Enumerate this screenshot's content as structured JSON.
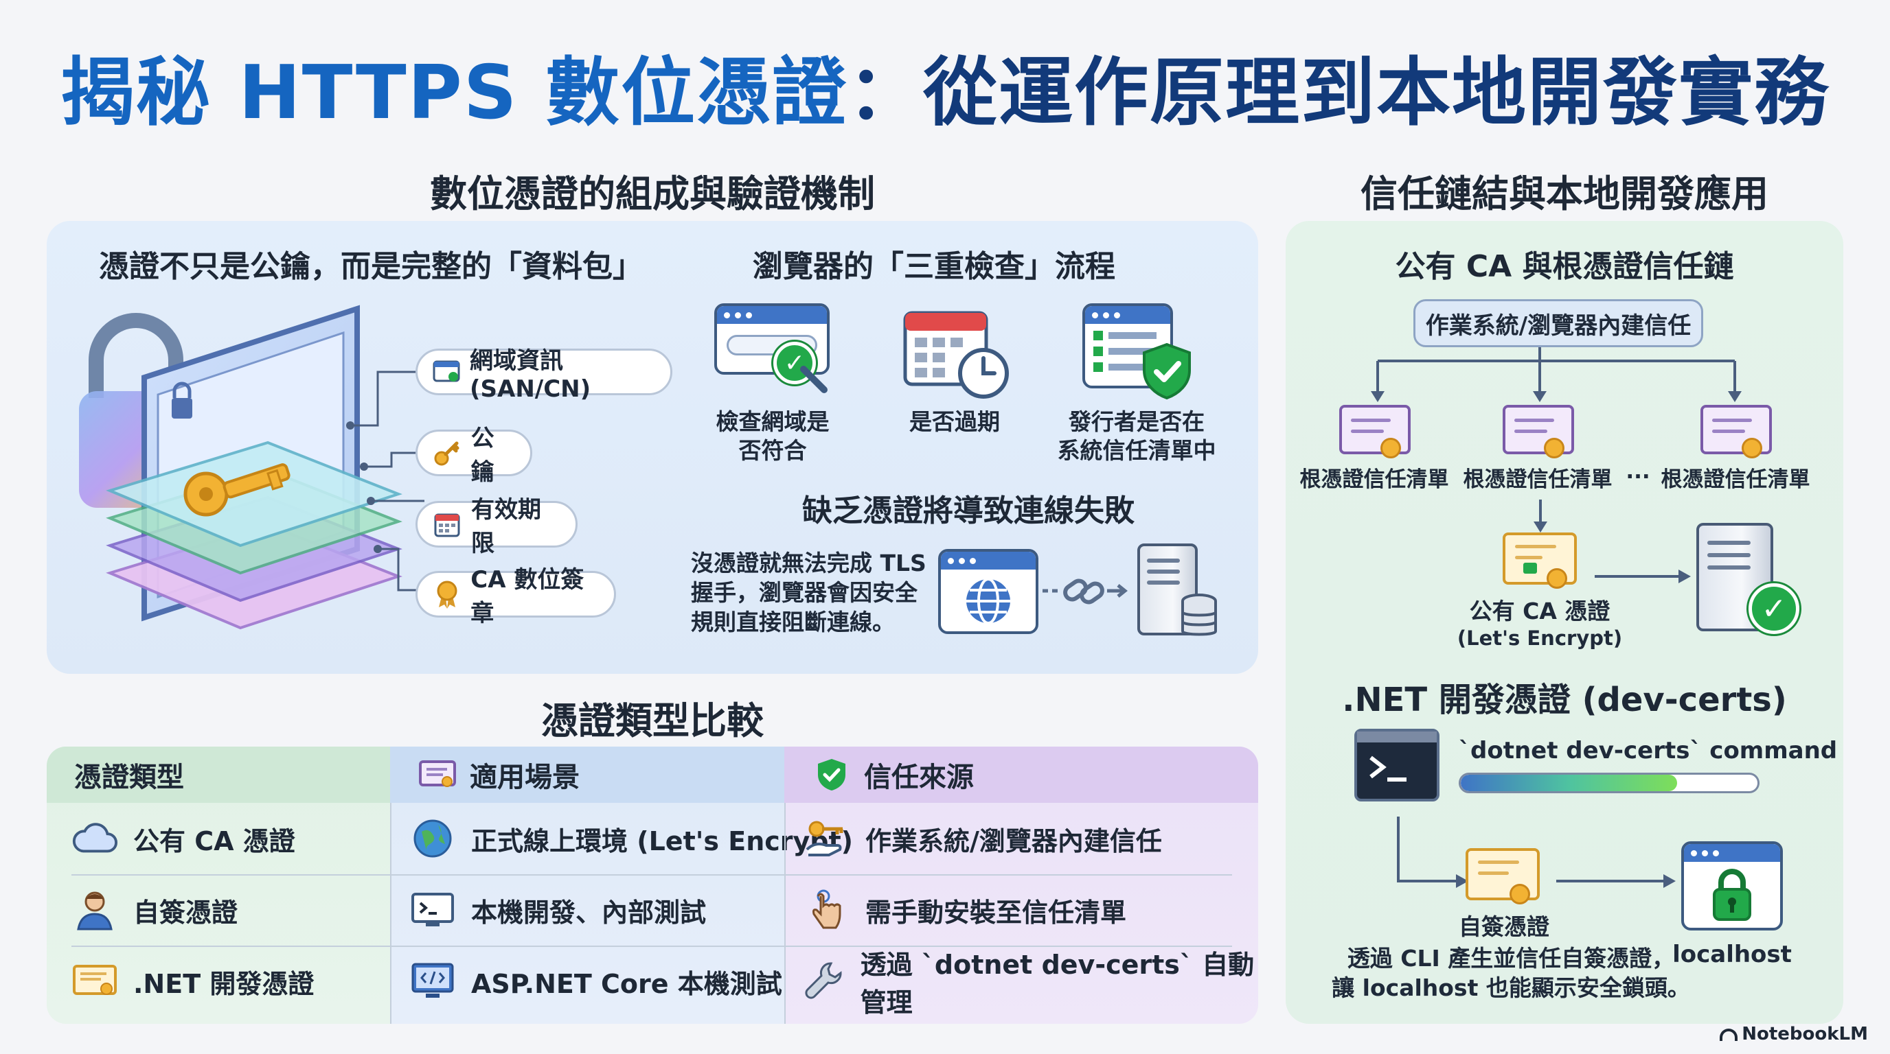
{
  "title": {
    "part1": "揭秘 HTTPS 數位憑證",
    "part2": "：從運作原理到本地開發實務"
  },
  "left_section": {
    "title": "數位憑證的組成與驗證機制",
    "packet": {
      "title": "憑證不只是公鑰，而是完整的「資料包」",
      "items": [
        "網域資訊(SAN/CN)",
        "公鑰",
        "有效期限",
        "CA 數位簽章"
      ]
    },
    "checks": {
      "title": "瀏覽器的「三重檢查」流程",
      "steps": [
        {
          "label_l1": "檢查網域是",
          "label_l2": "否符合",
          "icon": "browser-check-icon"
        },
        {
          "label_l1": "是否過期",
          "label_l2": "",
          "icon": "calendar-clock-icon"
        },
        {
          "label_l1": "發行者是否在",
          "label_l2": "系統信任清單中",
          "icon": "list-shield-icon"
        }
      ]
    },
    "failure": {
      "title": "缺乏憑證將導致連線失敗",
      "text_l1": "沒憑證就無法完成 TLS",
      "text_l2": "握手，瀏覽器會因安全",
      "text_l3": "規則直接阻斷連線。"
    }
  },
  "comparison": {
    "title": "憑證類型比較",
    "headers": [
      "憑證類型",
      "適用場景",
      "信任來源"
    ],
    "rows": [
      {
        "type": "公有 CA 憑證",
        "scene": "正式線上環境 (Let's Encrypt)",
        "trust": "作業系統/瀏覽器內建信任",
        "icons": [
          "cloud-icon",
          "globe-icon",
          "key-hand-icon"
        ]
      },
      {
        "type": "自簽憑證",
        "scene": "本機開發、內部測試",
        "trust": "需手動安裝至信任清單",
        "icons": [
          "user-icon",
          "terminal-icon",
          "hand-pointer-icon"
        ]
      },
      {
        "type": ".NET 開發憑證",
        "scene": "ASP.NET Core 本機測試",
        "trust": "透過 `dotnet dev-certs` 自動管理",
        "icons": [
          "certificate-icon",
          "code-monitor-icon",
          "wrench-icon"
        ]
      }
    ]
  },
  "right_section": {
    "title": "信任鏈結與本地開發應用",
    "chain": {
      "title": "公有 CA 與根憑證信任鏈",
      "root_box": "作業系統/瀏覽器內建信任",
      "roots": [
        "根憑證信任清單",
        "根憑證信任清單",
        "根憑證信任清單"
      ],
      "ellipsis": "···",
      "public_ca_l1": "公有 CA 憑證",
      "public_ca_l2": "(Let's Encrypt)"
    },
    "devcerts": {
      "title": ".NET 開發憑證 (dev-certs)",
      "command": "`dotnet dev-certs` command",
      "progress": 0.73,
      "self_signed": "自簽憑證",
      "localhost": "localhost",
      "desc_l1": "透過 CLI 產生並信任自簽憑證，",
      "desc_l2": "讓 localhost 也能顯示安全鎖頭。"
    }
  },
  "footer": {
    "brand": "NotebookLM"
  },
  "colors": {
    "title_blue": "#1565c0",
    "title_dark": "#123a7a",
    "green": "#22a94a",
    "purple": "#7a5aa8",
    "gold": "#f2b233"
  }
}
